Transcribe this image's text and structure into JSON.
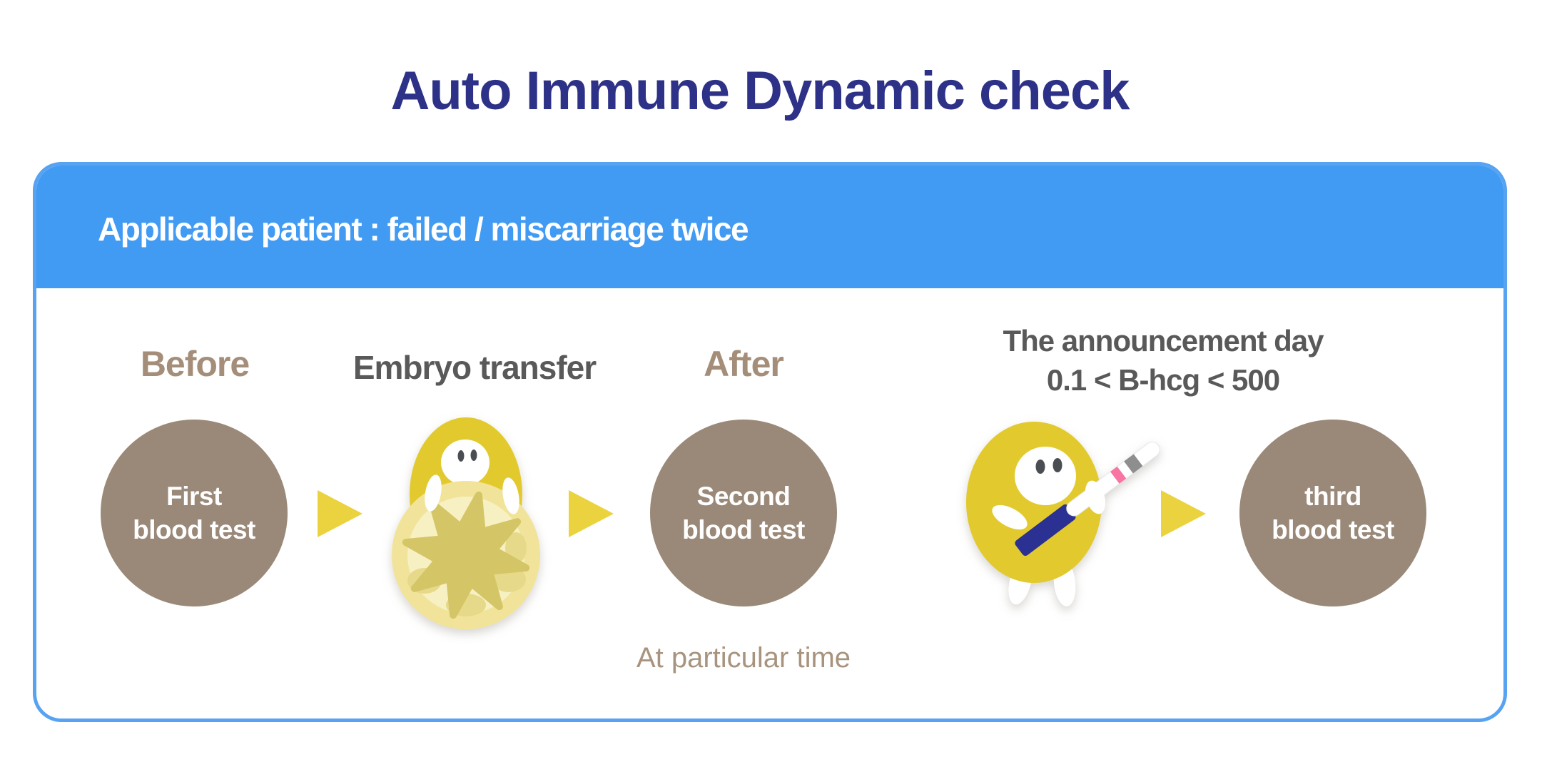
{
  "page": {
    "title": "Auto Immune Dynamic check"
  },
  "card": {
    "header_text": "Applicable patient : failed / miscarriage twice"
  },
  "flow": {
    "before_label": "Before",
    "embryo_label": "Embryo transfer",
    "after_label": "After",
    "announcement": {
      "line1": "The announcement day",
      "line2": "0.1 < B-hcg < 500"
    },
    "first_test": {
      "line1": "First",
      "line2": "blood test"
    },
    "second_test": {
      "line1": "Second",
      "line2": "blood test"
    },
    "third_test": {
      "line1": "third",
      "line2": "blood test"
    },
    "note": "At particular time"
  },
  "icons": {
    "arrow_right": "yellow-right-triangle",
    "embryo_character": "egg-character-holding-blastocyst",
    "announcement_character": "egg-character-holding-pregnancy-test"
  },
  "colors": {
    "title_navy": "#2D3187",
    "header_blue": "#419BF3",
    "card_border_blue": "#57A3F2",
    "circle_brown": "#9A8978",
    "label_tan": "#A48E79",
    "note_tan": "#A8947E",
    "text_gray": "#595959",
    "arrow_yellow": "#EAD33E",
    "egg_yellow": "#E2CA2E",
    "eye_gray": "#4A4E52",
    "blasto_ring": "#F1E49A",
    "blasto_inner": "#F7F0C3",
    "blasto_shade": "#E7D98A",
    "blasto_core": "#D4C566",
    "test_navy": "#2B3192",
    "test_pink": "#F874A2",
    "test_gray_stripe": "#8E8E8E"
  }
}
